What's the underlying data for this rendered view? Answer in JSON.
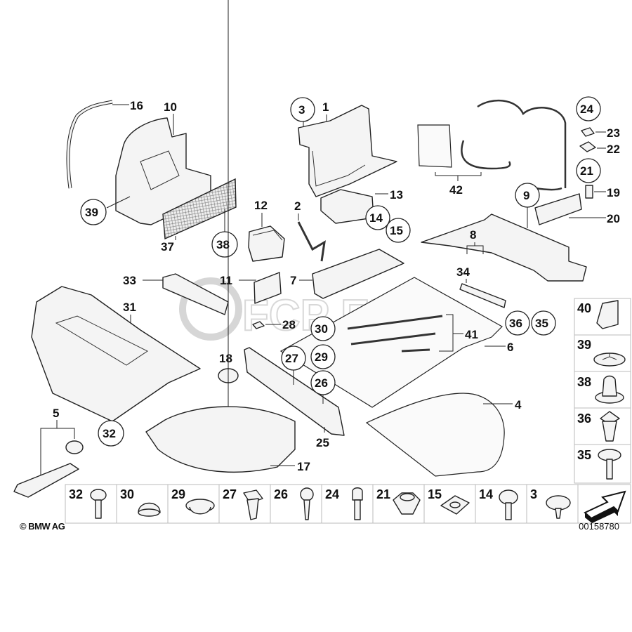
{
  "diagram": {
    "title": "Trunk trim panels and fasteners",
    "watermark": "FCP EURO",
    "copyright": "© BMW AG",
    "drawing_number": "00158780",
    "callouts": [
      {
        "id": "1",
        "circled": false
      },
      {
        "id": "2",
        "circled": false
      },
      {
        "id": "3",
        "circled": true
      },
      {
        "id": "4",
        "circled": false
      },
      {
        "id": "5",
        "circled": false
      },
      {
        "id": "6",
        "circled": false
      },
      {
        "id": "7",
        "circled": false
      },
      {
        "id": "8",
        "circled": false
      },
      {
        "id": "9",
        "circled": true
      },
      {
        "id": "10",
        "circled": false
      },
      {
        "id": "11",
        "circled": false
      },
      {
        "id": "12",
        "circled": false
      },
      {
        "id": "13",
        "circled": false
      },
      {
        "id": "14",
        "circled": true
      },
      {
        "id": "15",
        "circled": true
      },
      {
        "id": "16",
        "circled": false
      },
      {
        "id": "17",
        "circled": false
      },
      {
        "id": "18",
        "circled": false
      },
      {
        "id": "19",
        "circled": false
      },
      {
        "id": "20",
        "circled": false
      },
      {
        "id": "21",
        "circled": true
      },
      {
        "id": "22",
        "circled": false
      },
      {
        "id": "23",
        "circled": false
      },
      {
        "id": "24",
        "circled": true
      },
      {
        "id": "25",
        "circled": false
      },
      {
        "id": "26",
        "circled": true
      },
      {
        "id": "27",
        "circled": true
      },
      {
        "id": "28",
        "circled": false
      },
      {
        "id": "29",
        "circled": true
      },
      {
        "id": "30",
        "circled": true
      },
      {
        "id": "31",
        "circled": false
      },
      {
        "id": "32",
        "circled": true
      },
      {
        "id": "33",
        "circled": false
      },
      {
        "id": "34",
        "circled": false
      },
      {
        "id": "35",
        "circled": true
      },
      {
        "id": "36",
        "circled": true
      },
      {
        "id": "37",
        "circled": false
      },
      {
        "id": "38",
        "circled": true
      },
      {
        "id": "39",
        "circled": true
      },
      {
        "id": "41",
        "circled": false
      },
      {
        "id": "42",
        "circled": false
      }
    ],
    "side_fasteners": [
      "40",
      "39",
      "38",
      "36",
      "35"
    ],
    "bottom_fasteners": [
      "32",
      "30",
      "29",
      "27",
      "26",
      "24",
      "21",
      "15",
      "14",
      "3"
    ],
    "labels": {
      "l1": "1",
      "l2": "2",
      "l3": "3",
      "l4": "4",
      "l5": "5",
      "l6": "6",
      "l7": "7",
      "l8": "8",
      "l9": "9",
      "l10": "10",
      "l11": "11",
      "l12": "12",
      "l13": "13",
      "l14": "14",
      "l15": "15",
      "l16": "16",
      "l17": "17",
      "l18": "18",
      "l19": "19",
      "l20": "20",
      "l21": "21",
      "l22": "22",
      "l23": "23",
      "l24": "24",
      "l25": "25",
      "l26": "26",
      "l27": "27",
      "l28": "28",
      "l29": "29",
      "l30": "30",
      "l31": "31",
      "l32": "32",
      "l33": "33",
      "l34": "34",
      "l35": "35",
      "l36": "36",
      "l37": "37",
      "l38": "38",
      "l39": "39",
      "l41": "41",
      "l42": "42"
    },
    "side_cells": {
      "c40": "40",
      "c39": "39",
      "c38": "38",
      "c36": "36",
      "c35": "35"
    },
    "bottom_cells": {
      "b32": "32",
      "b30": "30",
      "b29": "29",
      "b27": "27",
      "b26": "26",
      "b24": "24",
      "b21": "21",
      "b15": "15",
      "b14": "14",
      "b3": "3"
    }
  }
}
